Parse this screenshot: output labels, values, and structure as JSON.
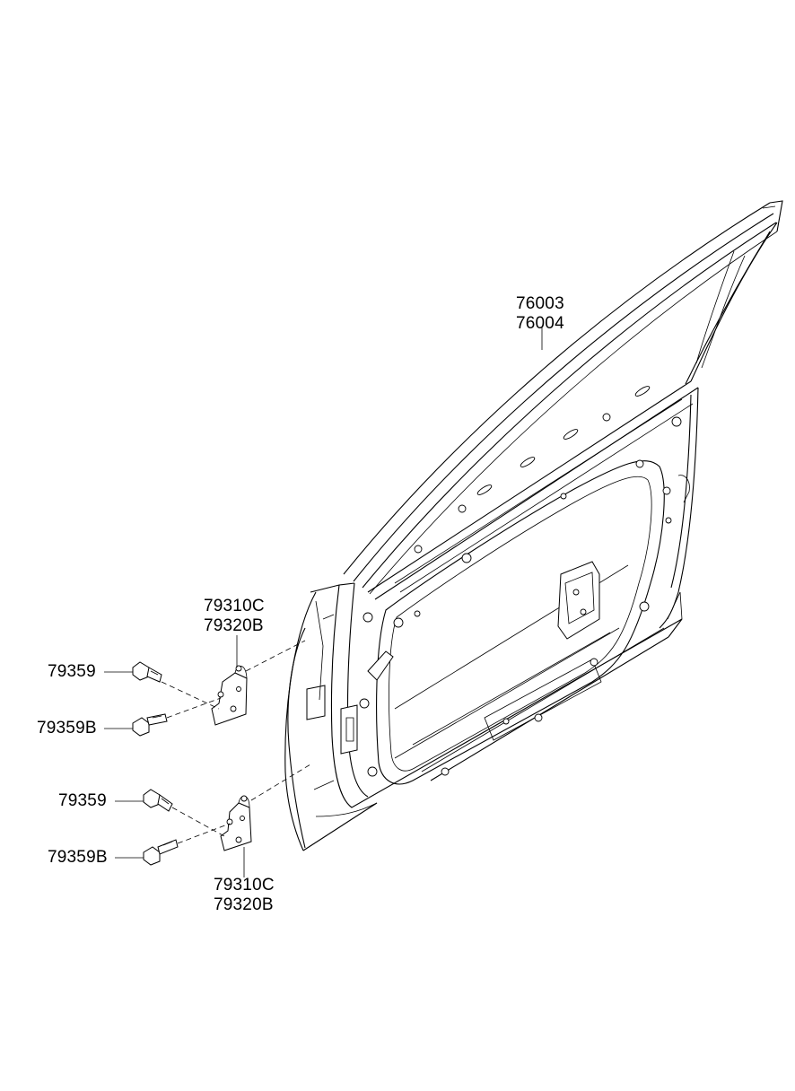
{
  "labels": {
    "door_panel_a": "76003",
    "door_panel_b": "76004",
    "upper_hinge_a": "79310C",
    "upper_hinge_b": "79320B",
    "upper_bolt": "79359",
    "upper_bolt_b": "79359B",
    "lower_bolt": "79359",
    "lower_bolt_b": "79359B",
    "lower_hinge_a": "79310C",
    "lower_hinge_b": "79320B"
  }
}
